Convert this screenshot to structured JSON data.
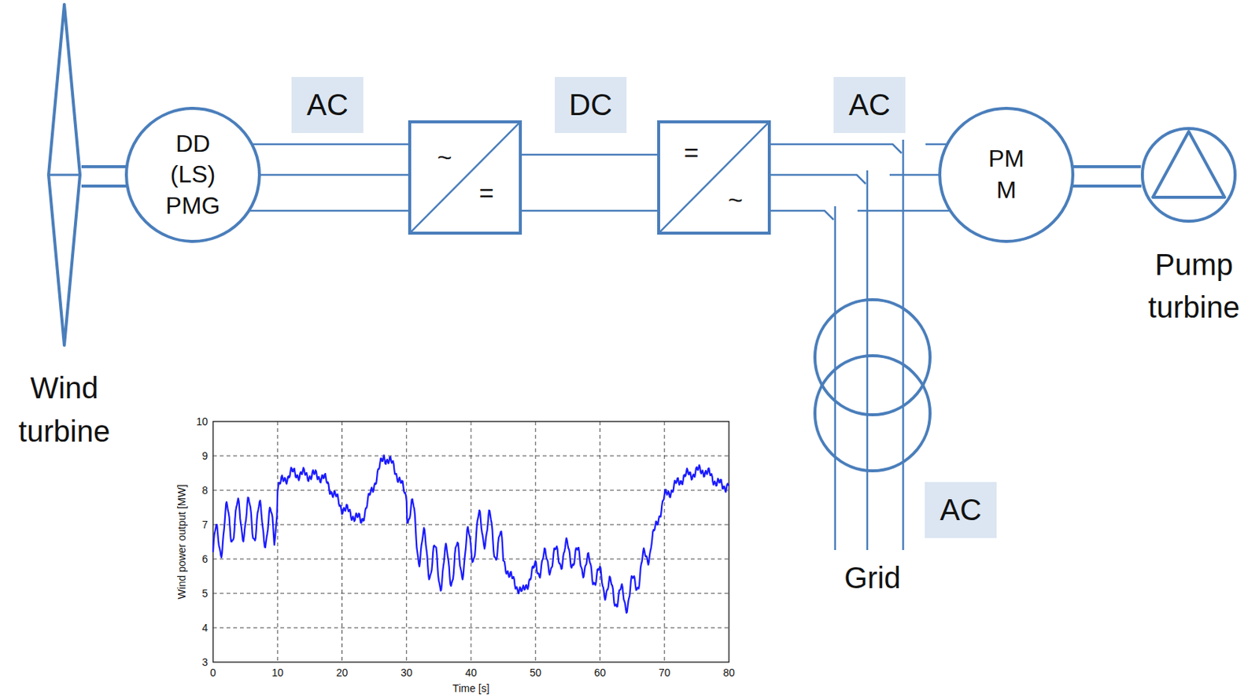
{
  "diagram": {
    "nodes": [
      {
        "text": [
          "Wind turbine"
        ]
      },
      {
        "text": [
          "DD (LS) PMG"
        ]
      },
      {
        "text": [
          "AC"
        ]
      },
      {
        "text": [
          "~",
          "="
        ]
      },
      {
        "text": [
          "DC"
        ]
      },
      {
        "text": [
          "=",
          "~"
        ]
      },
      {
        "text": [
          "AC"
        ]
      },
      {
        "text": [
          "PM M"
        ]
      },
      {
        "text": [
          "Pump turbine"
        ]
      },
      {
        "text": [
          "AC"
        ]
      }
    ],
    "edges": [
      {
        "from": 0,
        "to": 1,
        "arrow": "none"
      },
      {
        "from": 1,
        "to": 3,
        "arrow": "none"
      },
      {
        "from": 3,
        "to": 5,
        "arrow": "none"
      },
      {
        "from": 5,
        "to": 7,
        "arrow": "none"
      },
      {
        "from": 7,
        "to": 8,
        "arrow": "none"
      }
    ],
    "labels": [
      "Grid",
      "10",
      "9",
      "8",
      "7",
      "6",
      "5",
      "4",
      "3",
      "0",
      "10",
      "20",
      "30",
      "40",
      "50",
      "60",
      "70",
      "80",
      "Wind power output [MW]",
      "Time [s]"
    ]
  }
}
